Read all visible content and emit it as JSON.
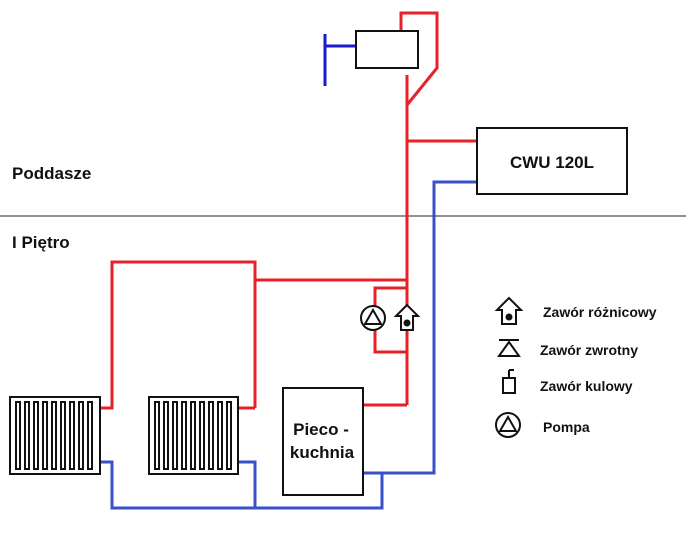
{
  "floors": {
    "upper": "Poddasze",
    "lower": "I Piętro"
  },
  "boiler_tank": {
    "label": "CWU 120L"
  },
  "stove": {
    "line1": "Pieco -",
    "line2": "kuchnia"
  },
  "legend": {
    "differential_valve": "Zawór różnicowy",
    "check_valve": "Zawór zwrotny",
    "ball_valve": "Zawór kulowy",
    "pump": "Pompa"
  },
  "colors": {
    "supply": "#e8202a",
    "return": "#3a4fc8",
    "vent": "#1a1ad0",
    "outline": "#111111"
  }
}
